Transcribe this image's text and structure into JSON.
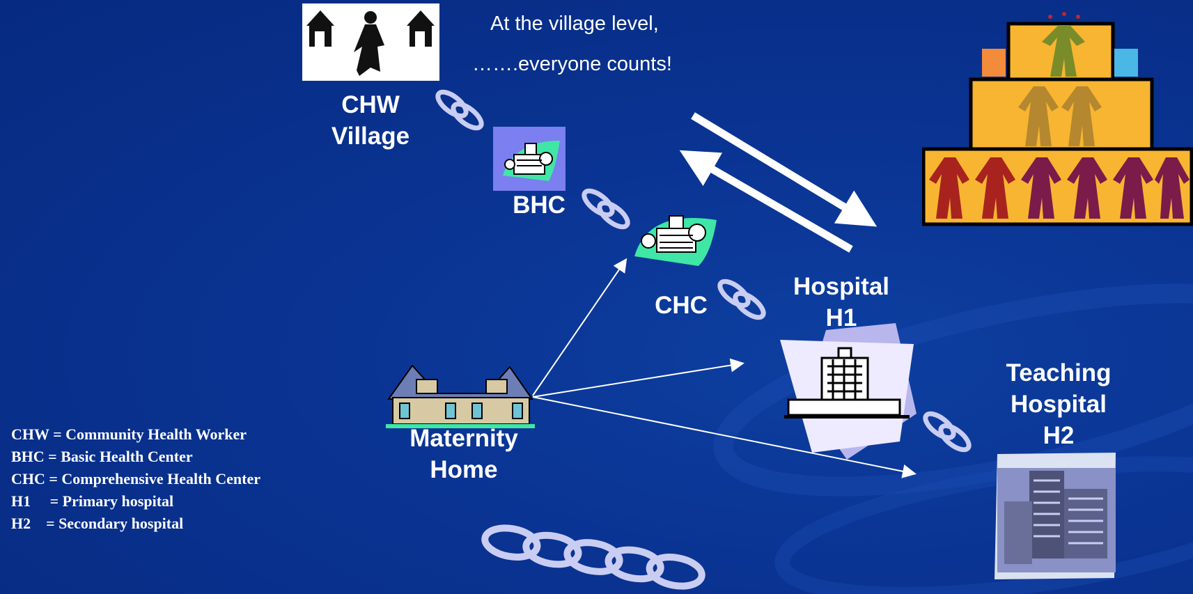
{
  "header": {
    "line1": "At the village level,",
    "line2": "…….everyone counts!"
  },
  "nodes": {
    "chw": "CHW\nVillage",
    "bhc": "BHC",
    "chc": "CHC",
    "h1": "Hospital\nH1",
    "h2": "Teaching\nHospital\nH2",
    "maternity": "Maternity\nHome"
  },
  "legend": [
    "CHW = Community Health Worker",
    "BHC = Basic Health Center",
    "CHC = Comprehensive Health Center",
    "H1     = Primary hospital",
    "H2    = Secondary hospital"
  ],
  "colors": {
    "background": "#0a3392",
    "text": "#ffffff",
    "chain": "#c9cdf2",
    "pyramid": "#f7b531"
  },
  "icons": [
    "village-walker-icon",
    "health-center-icon",
    "hospital-building-icon",
    "teaching-hospital-icon",
    "maternity-home-icon",
    "people-pyramid-icon",
    "chain-link-icon"
  ]
}
